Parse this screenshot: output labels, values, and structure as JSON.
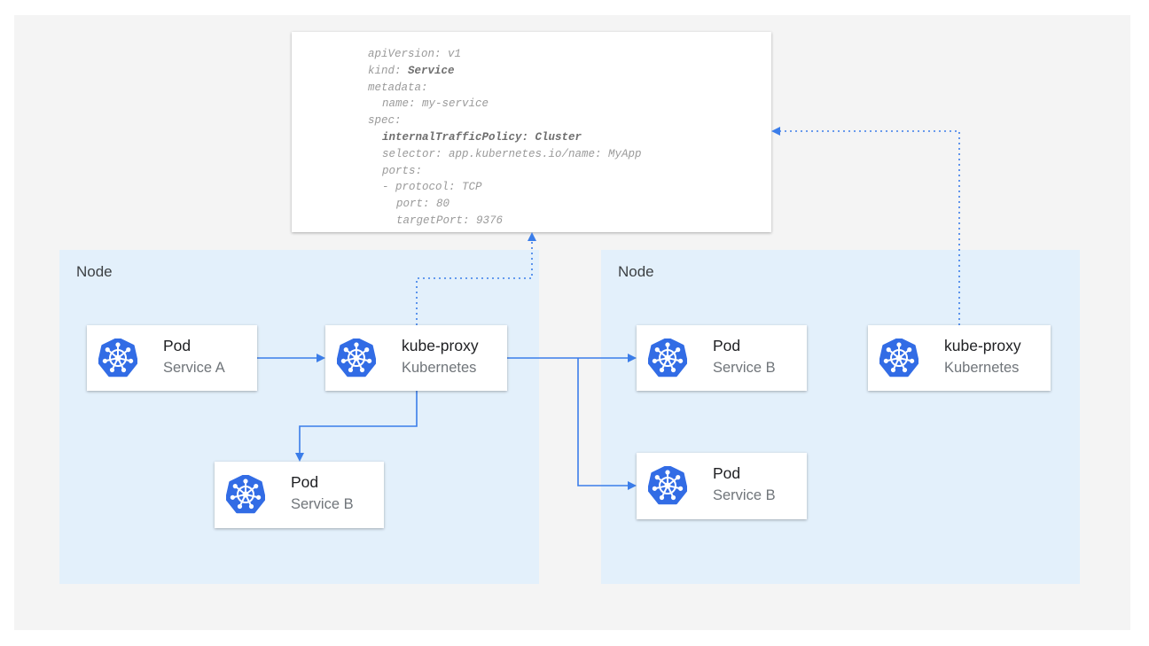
{
  "code_block": {
    "lines": [
      {
        "key": "apiVersion:",
        "value": " v1",
        "bold": false,
        "indent": 0
      },
      {
        "key": "kind:",
        "value": " Service",
        "bold": "value",
        "indent": 0
      },
      {
        "key": "metadata:",
        "value": "",
        "bold": false,
        "indent": 0
      },
      {
        "key": "name:",
        "value": " my-service",
        "bold": false,
        "indent": 1
      },
      {
        "key": "spec:",
        "value": "",
        "bold": false,
        "indent": 0
      },
      {
        "key": "internalTrafficPolicy:",
        "value": " Cluster",
        "bold": "all",
        "indent": 1
      },
      {
        "key": "selector:",
        "value": " app.kubernetes.io/name: MyApp",
        "bold": false,
        "indent": 1
      },
      {
        "key": "ports:",
        "value": "",
        "bold": false,
        "indent": 1
      },
      {
        "key": "- protocol:",
        "value": " TCP",
        "bold": false,
        "indent": 1
      },
      {
        "key": "port:",
        "value": " 80",
        "bold": false,
        "indent": 2
      },
      {
        "key": "targetPort:",
        "value": " 9376",
        "bold": false,
        "indent": 2
      }
    ]
  },
  "nodes": [
    {
      "label": "Node"
    },
    {
      "label": "Node"
    }
  ],
  "cards": {
    "pod_a": {
      "title": "Pod",
      "subtitle": "Service A"
    },
    "proxy_left": {
      "title": "kube-proxy",
      "subtitle": "Kubernetes"
    },
    "pod_b_left": {
      "title": "Pod",
      "subtitle": "Service B"
    },
    "pod_b_right1": {
      "title": "Pod",
      "subtitle": "Service B"
    },
    "pod_b_right2": {
      "title": "Pod",
      "subtitle": "Service B"
    },
    "proxy_right": {
      "title": "kube-proxy",
      "subtitle": "Kubernetes"
    }
  },
  "icon": "kubernetes-helm-icon",
  "colors": {
    "accent": "#3b7de9",
    "node_bg": "#e3f0fb",
    "panel_bg": "#f4f4f4",
    "k8s_blue": "#326ce5"
  }
}
